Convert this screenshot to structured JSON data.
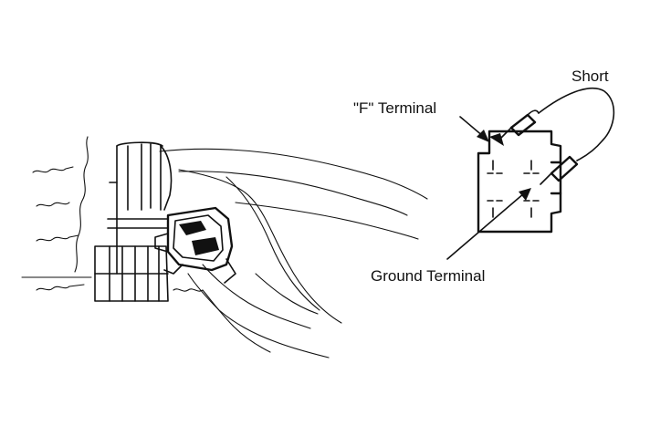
{
  "labels": {
    "short": "Short",
    "f_terminal": "\"F\" Terminal",
    "ground_terminal": "Ground Terminal"
  },
  "colors": {
    "ink": "#111111",
    "background": "#ffffff"
  }
}
